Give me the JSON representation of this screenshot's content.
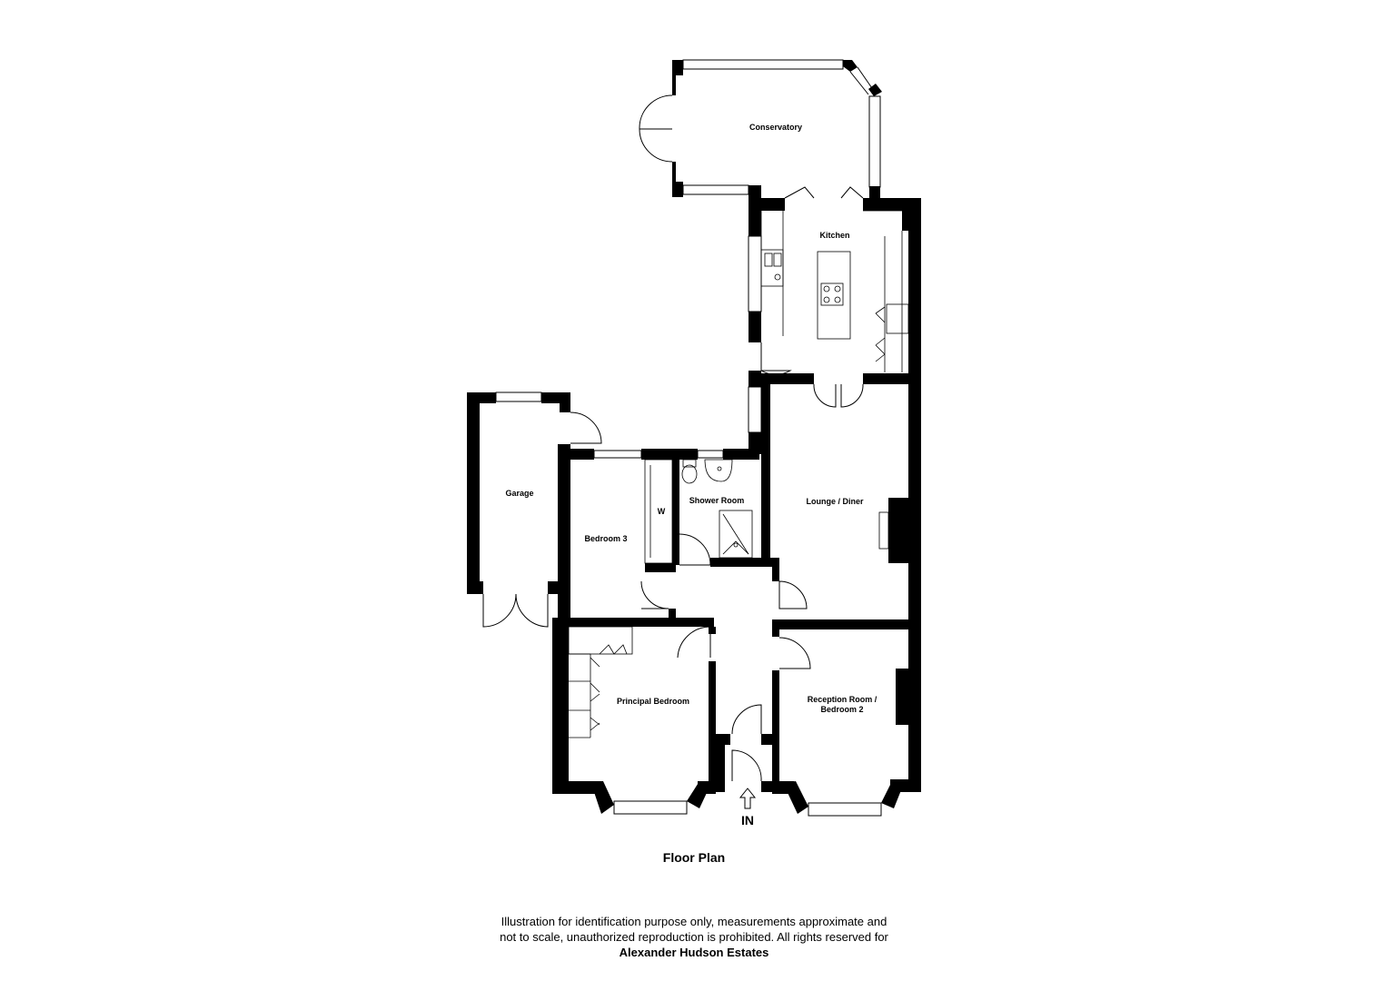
{
  "rooms": {
    "conservatory": "Conservatory",
    "kitchen": "Kitchen",
    "garage": "Garage",
    "shower_room": "Shower Room",
    "lounge_diner": "Lounge / Diner",
    "bedroom_3": "Bedroom 3",
    "wardrobe": "W",
    "principal_bedroom": "Principal Bedroom",
    "reception_line1": "Reception Room /",
    "reception_line2": "Bedroom 2"
  },
  "entrance": "IN",
  "title": "Floor Plan",
  "disclaimer": {
    "line1": "Illustration for identification purpose only, measurements approximate and",
    "line2": "not to scale, unauthorized reproduction is prohibited. All rights reserved for",
    "company": "Alexander Hudson Estates"
  },
  "colors": {
    "wall": "#000000",
    "background": "#ffffff"
  }
}
